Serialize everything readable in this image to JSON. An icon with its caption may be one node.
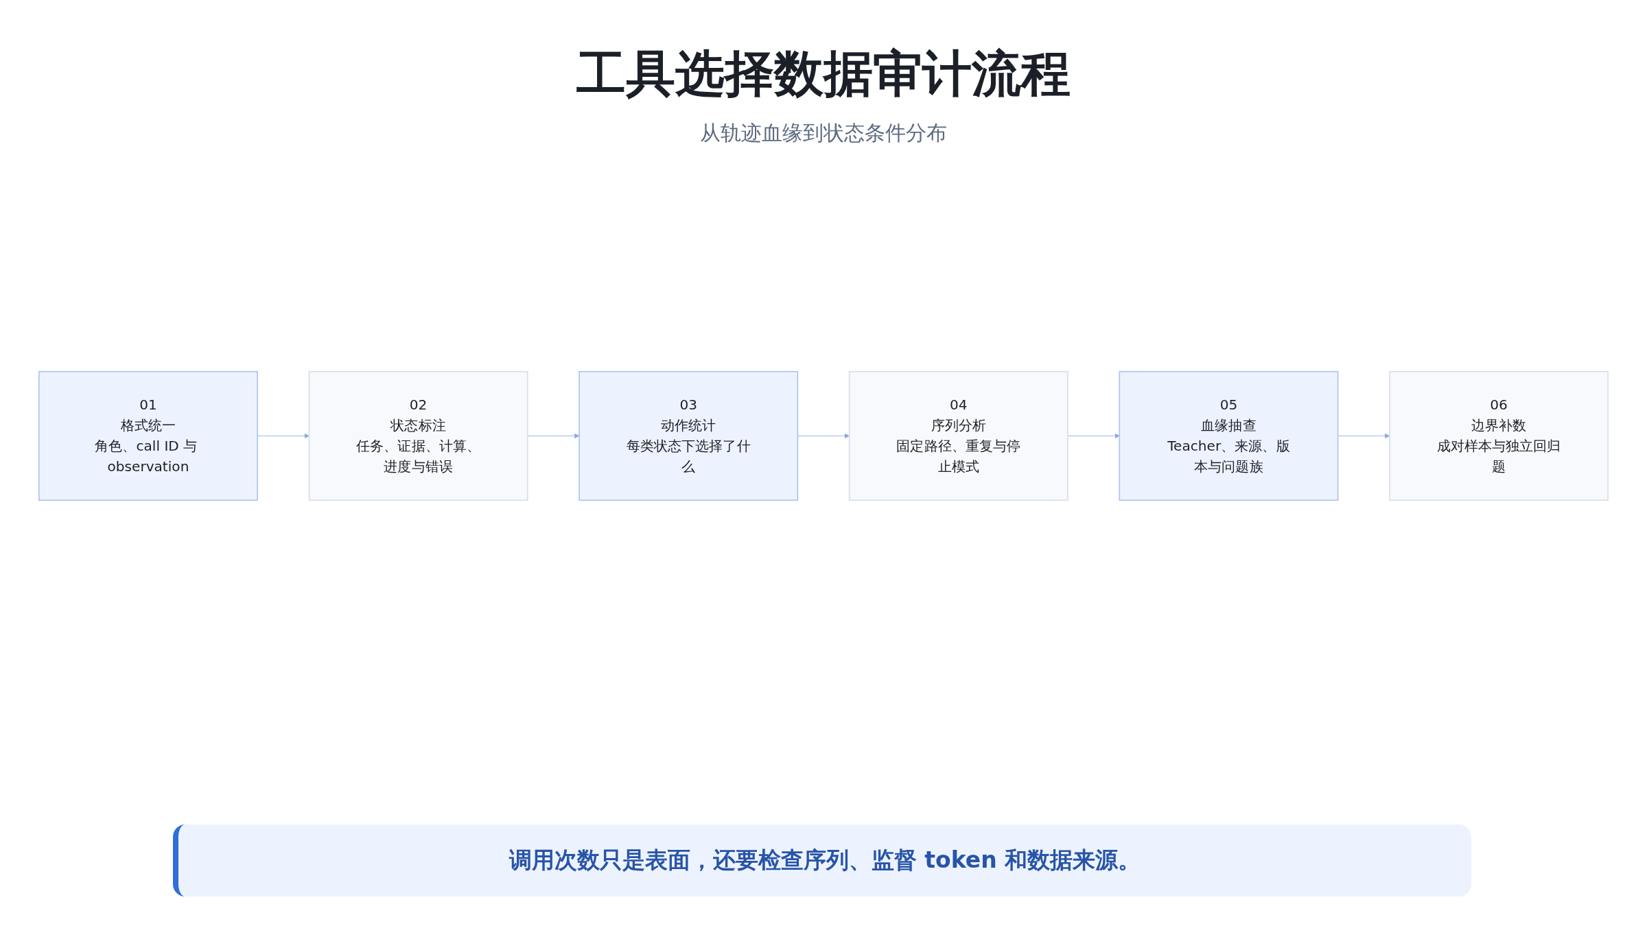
{
  "diagram": {
    "title": "工具选择数据审计流程",
    "nodes": [
      {
        "text": [
          "01",
          "格式统一",
          "角色、call ID 与 observation"
        ]
      },
      {
        "text": [
          "02",
          "状态标注",
          "任务、证据、计算、进度与错误"
        ]
      },
      {
        "text": [
          "03",
          "动作统计",
          "每类状态下选择了什么"
        ]
      },
      {
        "text": [
          "04",
          "序列分析",
          "固定路径、重复与停止模式"
        ]
      },
      {
        "text": [
          "05",
          "血缘抽查",
          "Teacher、来源、版本与问题族"
        ]
      },
      {
        "text": [
          "06",
          "边界补数",
          "成对样本与独立回归题"
        ]
      }
    ],
    "edges": [
      {
        "from": 0,
        "to": 1,
        "arrow": "to"
      },
      {
        "from": 1,
        "to": 2,
        "arrow": "to"
      },
      {
        "from": 2,
        "to": 3,
        "arrow": "to"
      },
      {
        "from": 3,
        "to": 4,
        "arrow": "to"
      },
      {
        "from": 4,
        "to": 5,
        "arrow": "to"
      }
    ],
    "labels": [
      "从轨迹血缘到状态条件分布",
      "调用次数只是表面，还要检查序列、监督 token 和数据来源。"
    ]
  }
}
